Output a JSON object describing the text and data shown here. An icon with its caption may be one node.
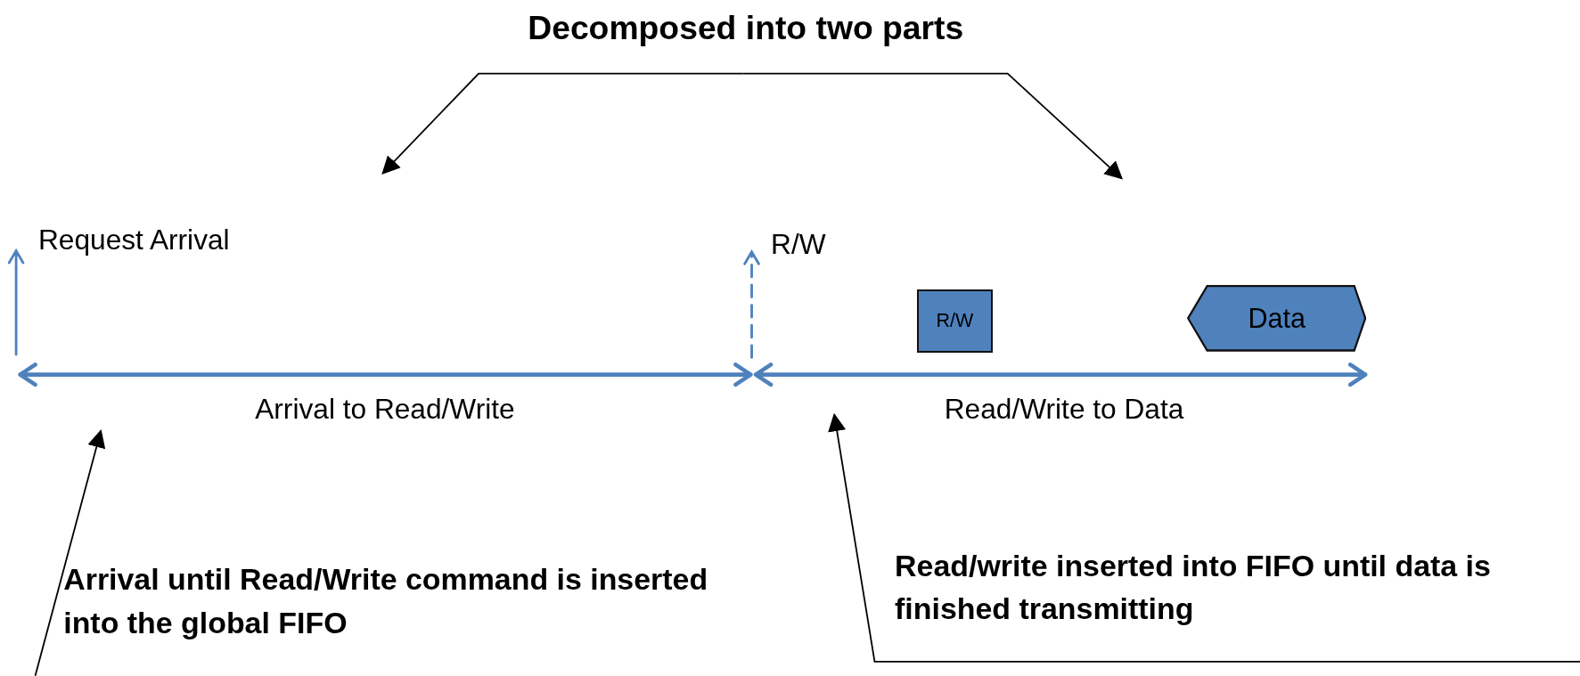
{
  "diagram": {
    "nodes": [
      {
        "text": [
          "Decomposed into two parts"
        ]
      },
      {
        "text": [
          "Arrival until Read/Write command is inserted into the global FIFO"
        ]
      },
      {
        "text": [
          "Read/write inserted into FIFO until data is finished transmitting"
        ]
      },
      {
        "text": [
          "R/W"
        ]
      },
      {
        "text": [
          "Data"
        ]
      }
    ],
    "edges": [
      {
        "from": 0,
        "to": null,
        "arrow": "to"
      },
      {
        "from": 0,
        "to": null,
        "arrow": "to"
      },
      {
        "from": 1,
        "to": null,
        "arrow": "to"
      },
      {
        "from": 2,
        "to": null,
        "arrow": "to"
      }
    ],
    "labels": [
      "Request Arrival",
      "R/W",
      "Arrival to Read/Write",
      "Read/Write to Data"
    ]
  }
}
